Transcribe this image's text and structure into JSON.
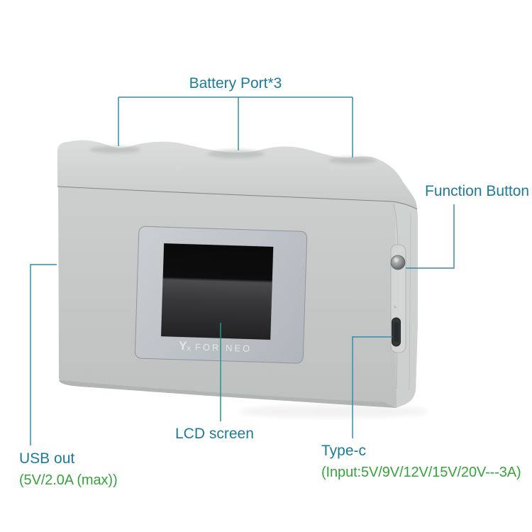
{
  "diagram_title": "battery charger annotated diagram",
  "colors": {
    "background": "#ffffff",
    "label_teal": "#1d7b99",
    "spec_green": "#36a33c",
    "pointer_blue": "#3b89a8",
    "pointer_teal_green": "#2b9486",
    "device_body_gray": "#c6c9c8",
    "lcd_bezel_gray": "#bdc3c8",
    "screen_black": "#0a0a0b"
  },
  "annotations": {
    "battery_port": {
      "label": "Battery Port*3"
    },
    "function_button": {
      "label": "Function Button"
    },
    "usb_out": {
      "label": "USB out",
      "spec": "(5V/2.0A (max))"
    },
    "lcd_screen": {
      "label": "LCD screen"
    },
    "type_c": {
      "label": "Type-c",
      "spec": "(Input:5V/9V/12V/15V/20V---3A)"
    }
  },
  "device": {
    "logo_mark": "Y",
    "logo_mark_sub": "x",
    "logo_text": "FOR NEO"
  }
}
